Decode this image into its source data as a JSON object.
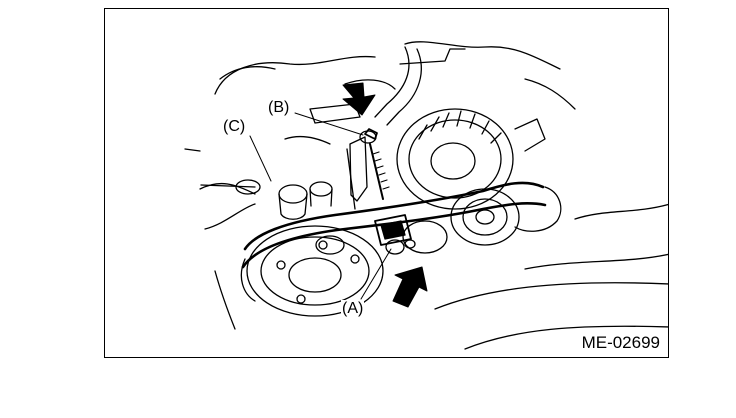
{
  "figure": {
    "code": "ME-02699",
    "callouts": {
      "a": "(A)",
      "b": "(B)",
      "c": "(C)"
    }
  },
  "colors": {
    "ink": "#000000",
    "paper": "#ffffff"
  },
  "icons": [
    "arrow-down-icon",
    "arrow-up-right-icon"
  ]
}
